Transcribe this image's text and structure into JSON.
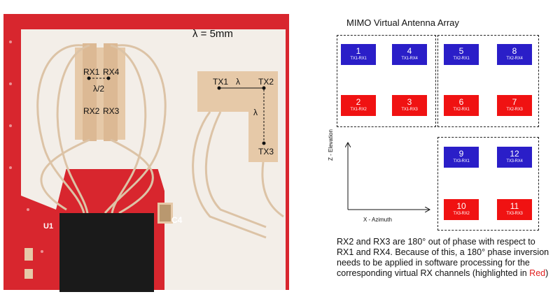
{
  "pcb": {
    "wavelength": "λ = 5mm",
    "rx1": "RX1",
    "rx4": "RX4",
    "half_lambda": "λ/2",
    "rx2": "RX2",
    "rx3": "RX3",
    "tx1": "TX1",
    "lambda_h": "λ",
    "tx2": "TX2",
    "lambda_v": "λ",
    "tx3": "TX3",
    "c4": "C4",
    "u1": "U1"
  },
  "mimo": {
    "title": "MIMO  Virtual Antenna Array",
    "cells": [
      {
        "num": "1",
        "pair": "TX1-RX1",
        "color": "blue"
      },
      {
        "num": "4",
        "pair": "TX1-RX4",
        "color": "blue"
      },
      {
        "num": "2",
        "pair": "TX1-RX2",
        "color": "red"
      },
      {
        "num": "3",
        "pair": "TX1-RX3",
        "color": "red"
      },
      {
        "num": "5",
        "pair": "TX2-RX1",
        "color": "blue"
      },
      {
        "num": "8",
        "pair": "TX2-RX4",
        "color": "blue"
      },
      {
        "num": "6",
        "pair": "TX2-RX1",
        "color": "red"
      },
      {
        "num": "7",
        "pair": "TX2-RX3",
        "color": "red"
      },
      {
        "num": "9",
        "pair": "TX3-RX1",
        "color": "blue"
      },
      {
        "num": "12",
        "pair": "TX3-RX4",
        "color": "blue"
      },
      {
        "num": "10",
        "pair": "TX3-RX2",
        "color": "red"
      },
      {
        "num": "11",
        "pair": "TX3-RX3",
        "color": "red"
      }
    ],
    "axis_z": "Z - Elevation",
    "axis_x": "X - Azimuth"
  },
  "caption": {
    "main": "RX2 and RX3 are 180° out of phase with respect to RX1 and RX4. Because of this, a 180° phase inversion needs to be applied in software processing for the corresponding virtual RX channels (highlighted in ",
    "highlight": "Red",
    "end": ")"
  },
  "colors": {
    "blue": "#2a1ec8",
    "red": "#f01212",
    "pcb_red": "#d8262e",
    "pad": "#e6c9a8",
    "substrate": "#f3eee8"
  }
}
